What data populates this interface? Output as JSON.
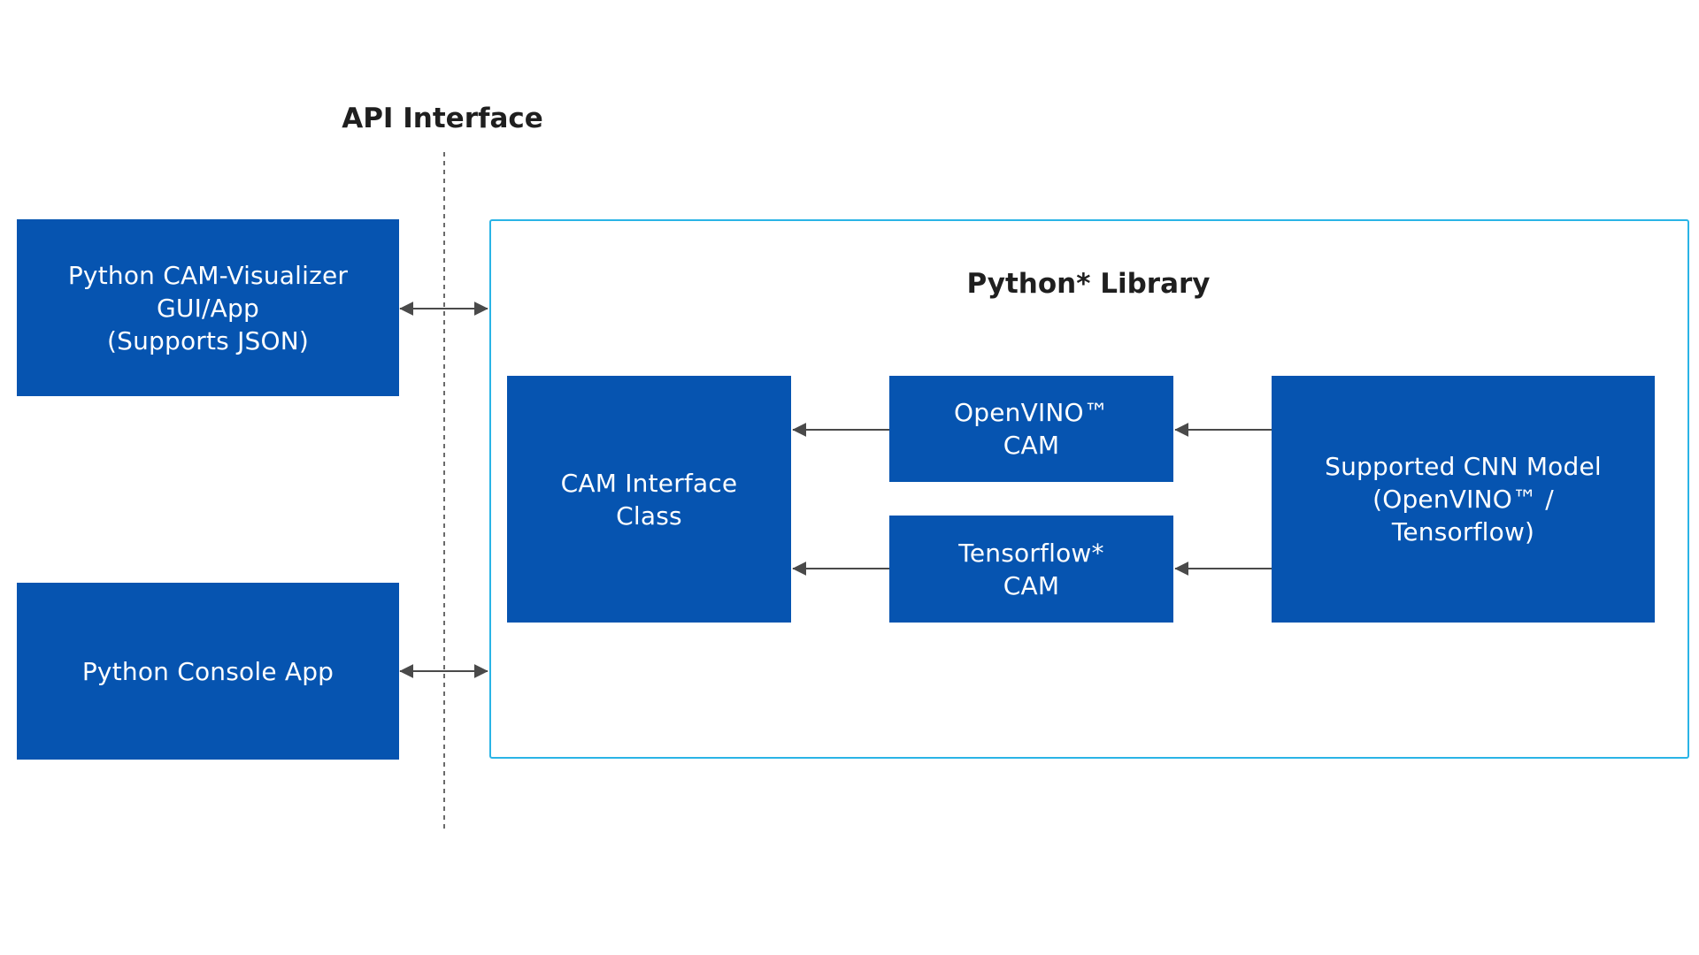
{
  "api_interface": {
    "title": "API Interface"
  },
  "clients": {
    "gui_app": "Python CAM-Visualizer\nGUI/App\n(Supports JSON)",
    "console_app": "Python Console App"
  },
  "library": {
    "title": "Python* Library",
    "cam_interface_class": "CAM Interface\nClass",
    "openvino_cam": "OpenVINO™\nCAM",
    "tensorflow_cam": "Tensorflow*\nCAM",
    "supported_model": "Supported CNN Model\n(OpenVINO™ /\nTensorflow)"
  },
  "colors": {
    "box_fill": "#0654b0",
    "box_text": "#ffffff",
    "library_border": "#2ab4e6",
    "connector": "#4a4a4a",
    "heading_text": "#1f1f1f"
  }
}
